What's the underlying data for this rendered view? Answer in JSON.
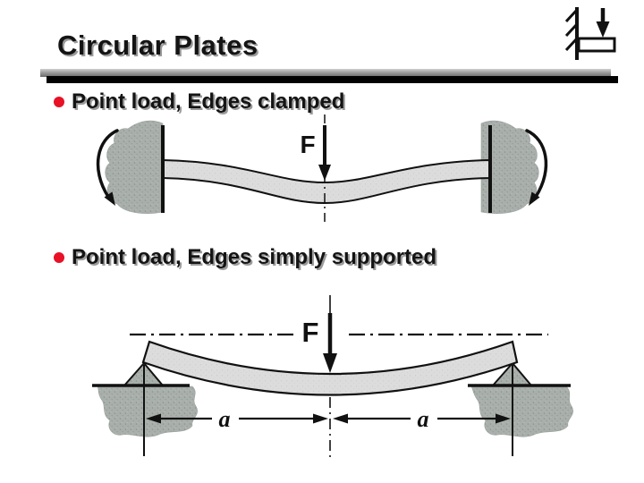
{
  "slide": {
    "title": "Circular Plates",
    "bullets": [
      {
        "label": "Point load, Edges clamped"
      },
      {
        "label": "Point load, Edges simply supported"
      }
    ],
    "corner_icon": "cantilever-beam-point-load-icon"
  },
  "diagrams": {
    "clamped": {
      "force_label": "F"
    },
    "simply_supported": {
      "force_label": "F",
      "dim_left": "a",
      "dim_right": "a"
    }
  },
  "colors": {
    "background": "#ffffff",
    "text": "#141414",
    "text_shadow": "#9b9b9b",
    "bullet_red": "#e81126",
    "rule_gray": "#989898",
    "rule_black": "#020202",
    "plate_fill": "#dcdcdc",
    "support_fill": "#a9afab",
    "line_black": "#111111"
  }
}
